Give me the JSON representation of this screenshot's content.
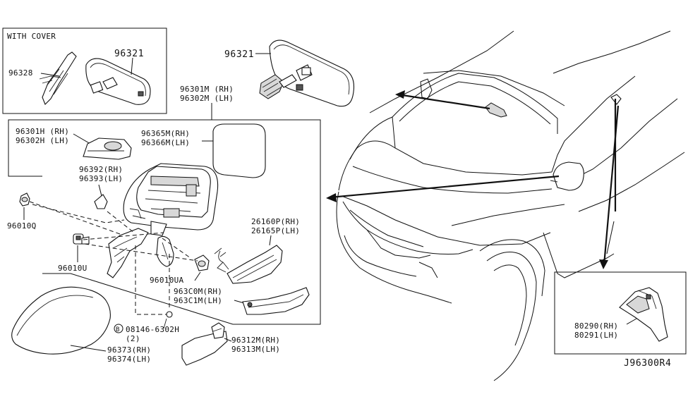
{
  "diagram": {
    "reference_id": "J96300R4",
    "with_cover_title": "WITH COVER",
    "labels": {
      "cover_96328": "96328",
      "cover_96321": "96321",
      "mirror_96321": "96321",
      "mirror_assy_rh": "96301M (RH)",
      "mirror_assy_lh": "96302M (LH)",
      "housing_rh": "96301H (RH)",
      "housing_lh": "96302H (LH)",
      "glass_rh": "96365M(RH)",
      "glass_lh": "96366M(LH)",
      "cover_rh": "96392(RH)",
      "cover_lh": "96393(LH)",
      "cap_96010q": "96010Q",
      "clip_96010u": "96010U",
      "clip_96010ua": "96010UA",
      "lamp_rh": "26160P(RH)",
      "lamp_lh": "26165P(LH)",
      "finisher_rh": "963C0M(RH)",
      "finisher_lh": "963C1M(LH)",
      "bolt_code": "08146-6302H",
      "bolt_symbol": "B",
      "bolt_qty": "(2)",
      "shell_rh": "96373(RH)",
      "shell_lh": "96374(LH)",
      "base_cover_rh": "96312M(RH)",
      "base_cover_lh": "96313M(LH)",
      "trim_rh": "80290(RH)",
      "trim_lh": "80291(LH)"
    }
  }
}
